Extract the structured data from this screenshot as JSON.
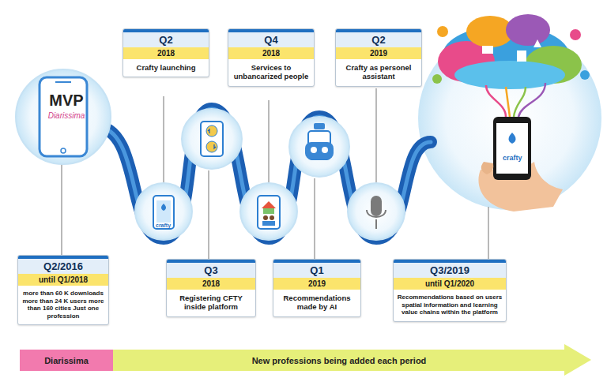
{
  "diagram": {
    "nodes": [
      {
        "text": [
          "MVP",
          "Diarissima"
        ]
      },
      {
        "text": [
          "Q2/2016",
          "until Q1/2018",
          "more than 60 K downloads more than 24 K users more than 160 cities Just one profession"
        ]
      },
      {
        "text": [
          "Q2",
          "2018",
          "Crafty launching"
        ]
      },
      {
        "text": [
          "Q3",
          "2018",
          "Registering CFTY inside platform"
        ]
      },
      {
        "text": [
          "Q4",
          "2018",
          "Services to unbancarized people"
        ]
      },
      {
        "text": [
          "Q1",
          "2019",
          "Recommendations made by AI"
        ]
      },
      {
        "text": [
          "Q2",
          "2019",
          "Crafty as personel assistant"
        ]
      },
      {
        "text": [
          "Q3/2019",
          "until Q1/2020",
          "Recommendations based on users spatial information and learning value chains within the platform"
        ]
      },
      {
        "text": [
          "Diarissima"
        ]
      },
      {
        "text": [
          "New professions being added each period"
        ]
      }
    ],
    "labels": [
      "crafty",
      "crafty"
    ]
  }
}
